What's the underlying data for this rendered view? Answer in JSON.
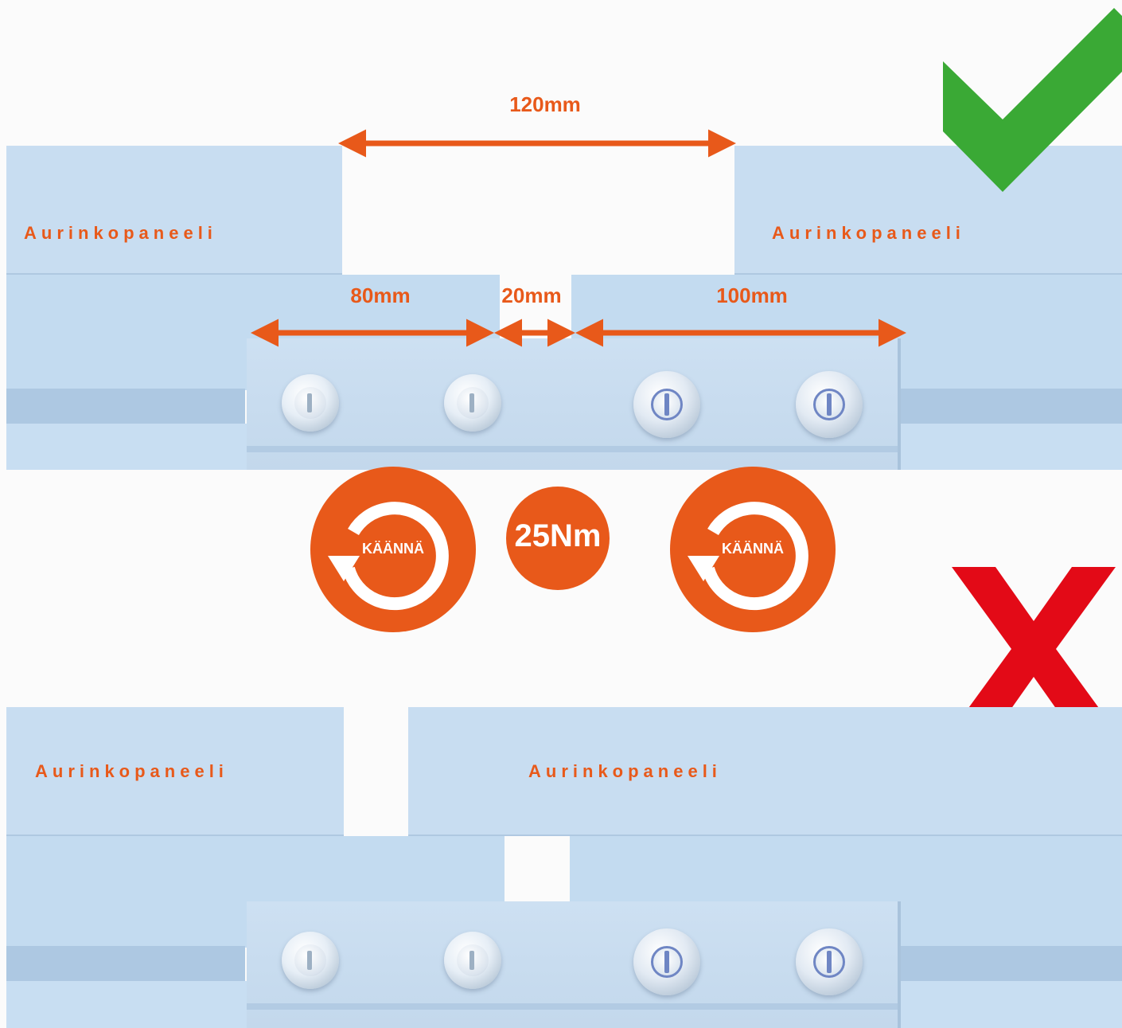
{
  "labels": {
    "panel": "Aurinkopaneeli",
    "gap_total": "120mm",
    "dist_left": "80mm",
    "dist_gap": "20mm",
    "dist_right": "100mm",
    "torque": "25Nm",
    "turn": "KÄÄNNÄ"
  },
  "colors": {
    "accent": "#e8591a",
    "correct": "#3aa935",
    "wrong": "#e30a17",
    "rail": "#c6dcf1"
  },
  "icons": [
    "checkmark-icon",
    "cross-icon",
    "rotate-arrow-icon",
    "hex-bolt-icon",
    "flange-bolt-icon"
  ]
}
